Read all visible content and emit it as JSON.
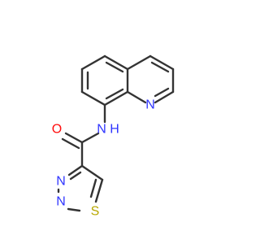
{
  "molecule": {
    "atoms": {
      "quinoline_n": {
        "label": "N",
        "color": "#2f35ff"
      },
      "amide_o": {
        "label": "O",
        "color": "#ff0d0d"
      },
      "amide_nh": {
        "label": "N",
        "h_label": "H",
        "color": "#2f35ff"
      },
      "ring_n3": {
        "label": "N",
        "color": "#2f35ff"
      },
      "ring_n2": {
        "label": "N",
        "color": "#2f35ff"
      },
      "ring_s": {
        "label": "S",
        "color": "#b8a800"
      }
    },
    "bond_color": "#333333"
  }
}
